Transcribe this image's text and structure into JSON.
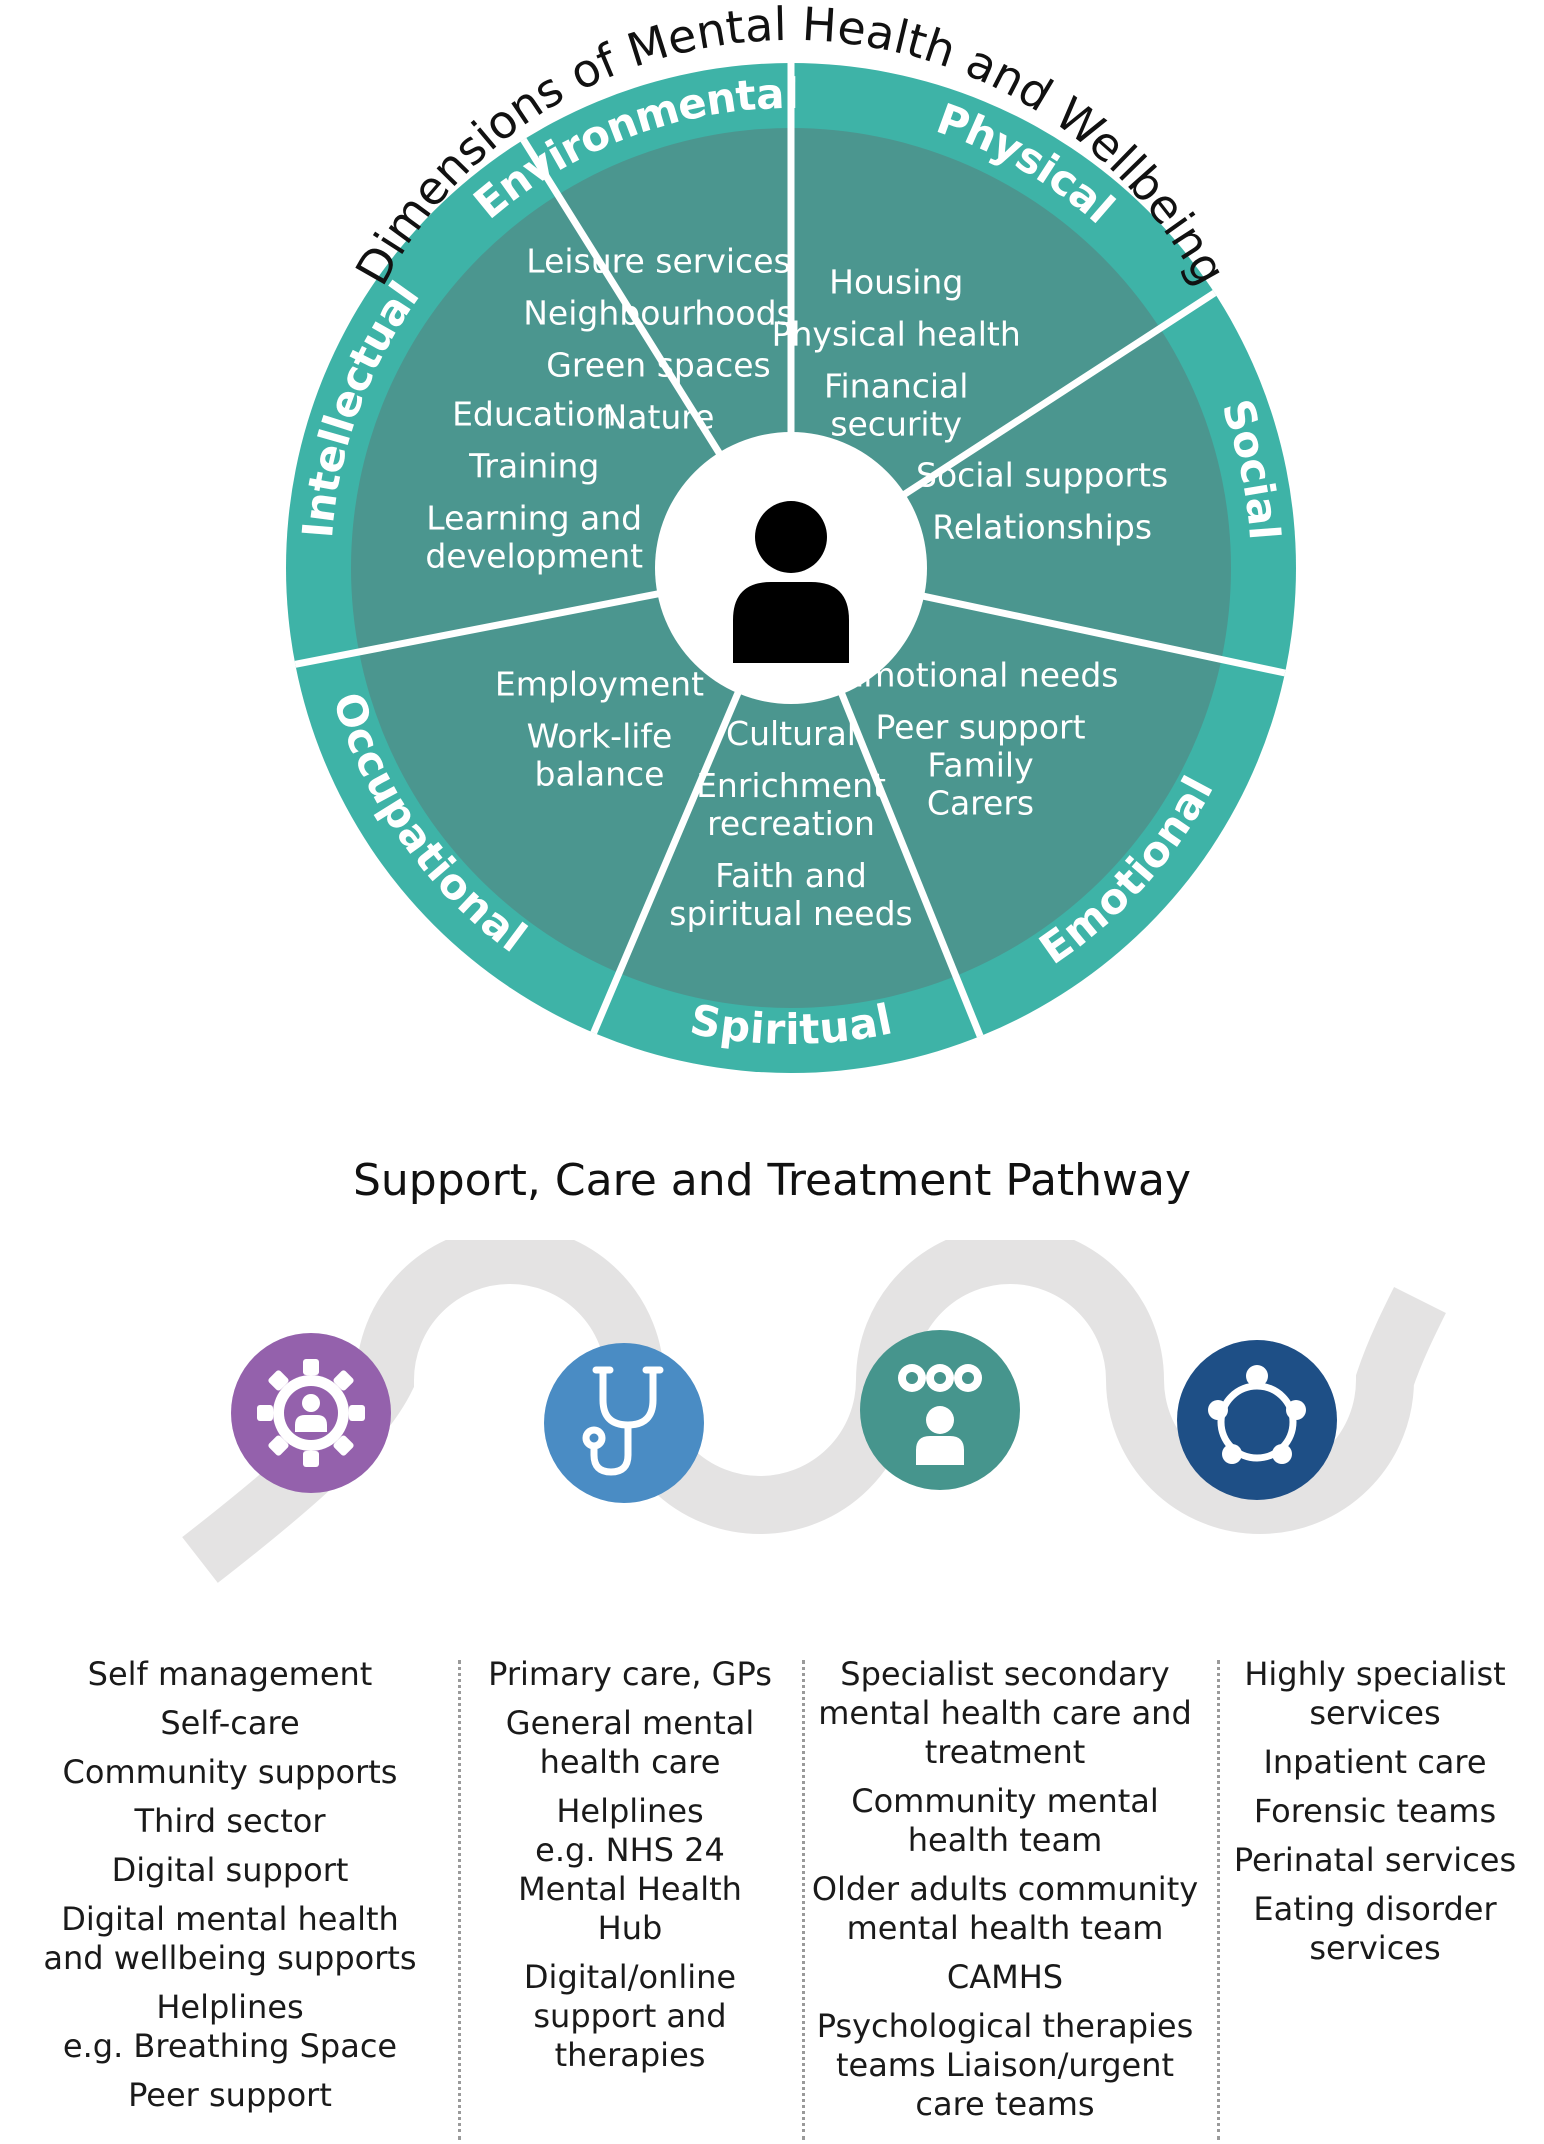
{
  "wheel": {
    "title": "Dimensions of Mental Health and Wellbeing",
    "center_icon": "person-icon",
    "colors": {
      "ring": "#3eb3a7",
      "inner": "#4b968f",
      "hub": "#ffffff",
      "icon": "#000000"
    },
    "segments": [
      {
        "label": "Physical",
        "items": [
          "Housing",
          "Physical health",
          "Financial\nsecurity"
        ]
      },
      {
        "label": "Social",
        "items": [
          "Social supports",
          "Relationships"
        ]
      },
      {
        "label": "Emotional",
        "items": [
          "Emotional needs",
          "Peer support\nFamily\nCarers"
        ]
      },
      {
        "label": "Spiritual",
        "items": [
          "Cultural",
          "Enrichment\nrecreation",
          "Faith and\nspiritual needs"
        ]
      },
      {
        "label": "Occupational",
        "items": [
          "Employment",
          "Work-life\nbalance"
        ]
      },
      {
        "label": "Intellectual",
        "items": [
          "Education",
          "Training",
          "Learning and\ndevelopment"
        ]
      },
      {
        "label": "Environmental",
        "items": [
          "Leisure services",
          "Neighbourhoods",
          "Green spaces",
          "Nature"
        ]
      }
    ]
  },
  "pathway": {
    "title": "Support, Care and Treatment Pathway",
    "wave_color": "#e4e3e3",
    "stages": [
      {
        "icon": "gear-person-icon",
        "color": "#9461ac"
      },
      {
        "icon": "stethoscope-icon",
        "color": "#4a8cc4"
      },
      {
        "icon": "gears-person-icon",
        "color": "#46958d"
      },
      {
        "icon": "team-circle-icon",
        "color": "#1e4f86"
      }
    ],
    "columns": [
      {
        "items": [
          "Self management",
          "Self-care",
          "Community supports",
          "Third sector",
          "Digital support",
          "Digital mental health\nand wellbeing supports",
          "Helplines\ne.g. Breathing Space",
          "Peer support"
        ]
      },
      {
        "items": [
          "Primary care, GPs",
          "General mental\nhealth care",
          "Helplines\ne.g. NHS 24\nMental Health\nHub",
          "Digital/online\nsupport and\ntherapies"
        ]
      },
      {
        "items": [
          "Specialist secondary\nmental health care and\ntreatment",
          "Community mental\nhealth team",
          "Older adults community\nmental health team",
          "CAMHS",
          "Psychological therapies\nteams Liaison/urgent\ncare teams"
        ]
      },
      {
        "items": [
          "Highly specialist\nservices",
          "Inpatient care",
          "Forensic teams",
          "Perinatal services",
          "Eating disorder\nservices"
        ]
      }
    ]
  }
}
